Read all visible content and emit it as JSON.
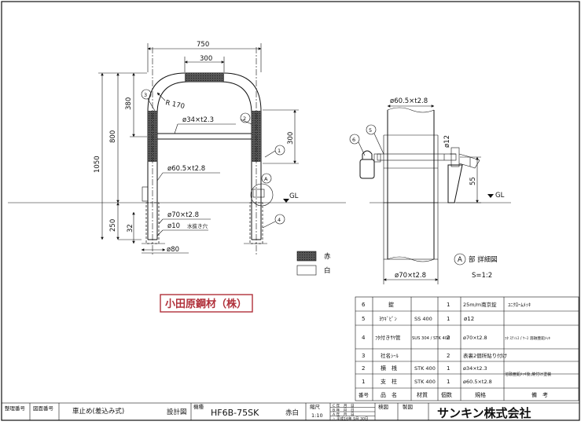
{
  "front_view": {
    "dims": {
      "width": "750",
      "top_bar": "300",
      "h_380": "380",
      "h_800": "800",
      "h_1050": "1050",
      "h_250": "250",
      "h_32": "32",
      "h_300": "300",
      "radius": "R 170"
    },
    "labels": {
      "crossbar": "ø34×t2.3",
      "post": "ø60.5×t2.8",
      "sleeve": "ø70×t2.8",
      "drain_hole": "ø10",
      "drain_note": "水抜き穴",
      "base": "ø80",
      "gl": "GL",
      "detail_mark": "A"
    },
    "balloons": [
      "1",
      "2",
      "3",
      "4"
    ]
  },
  "detail_view": {
    "labels": {
      "post": "ø60.5×t2.8",
      "pin": "ø12",
      "sleeve": "ø70×t2.8",
      "dim_55": "55",
      "gl": "GL",
      "detail_mark": "A",
      "title": "部 詳細図",
      "scale": "S=1:2"
    },
    "balloons": [
      "5",
      "6"
    ]
  },
  "legend": {
    "red": "赤",
    "white": "白"
  },
  "company_box": "小田原鋼材（株）",
  "parts_table": {
    "rows": [
      {
        "no": "6",
        "name": "錠",
        "material": "",
        "qty": "1",
        "spec": "25m/m南京錠",
        "note": "ﾕﾆｸﾛｰﾑﾒｯｷ"
      },
      {
        "no": "5",
        "name": "ﾖｳｷﾞﾋﾟﾝ",
        "material": "SS 400",
        "qty": "1",
        "spec": "ø12",
        "note": ""
      },
      {
        "no": "4",
        "name": "ﾌﾀ付きｻﾔ管",
        "material": "SUS 304 / STK 400",
        "qty": "2",
        "spec": "ø70×t2.8",
        "note": "ﾌﾀ  ｽﾃﾝﾚｽ / ｹｰｽ  溶融亜鉛ﾒｯｷ"
      },
      {
        "no": "3",
        "name": "社名ｼｰﾙ",
        "material": "",
        "qty": "2",
        "spec": "表裏2個所貼り付け",
        "note": ""
      },
      {
        "no": "2",
        "name": "横　桟",
        "material": "STK 400",
        "qty": "1",
        "spec": "ø34×t2.3",
        "note": "溶融亜鉛ﾒｯｷ後,焼付け塗装"
      },
      {
        "no": "1",
        "name": "支　柱",
        "material": "STK 400",
        "qty": "1",
        "spec": "ø60.5×t2.8",
        "note": ""
      }
    ],
    "header": {
      "no": "番号",
      "name": "品　名",
      "material": "材質",
      "qty": "個数",
      "spec": "規格",
      "note": "備　考"
    }
  },
  "title_block": {
    "h_seiri": "整理番号",
    "h_zumen": "図面番号",
    "product": "車止め(差込み式)",
    "drawing_type": "設計図",
    "h_model": "機種",
    "model": "HF6B-75SK",
    "color": "赤白",
    "h_scale": "縮尺",
    "scale": "1:10",
    "revisions": [
      "C 年　月　日",
      "B 年　月　日",
      "A 年　月　日",
      "△ 平成16年 9月 30日"
    ],
    "h_check": "検図",
    "h_draw": "製図",
    "company": "サンキン株式会社"
  }
}
